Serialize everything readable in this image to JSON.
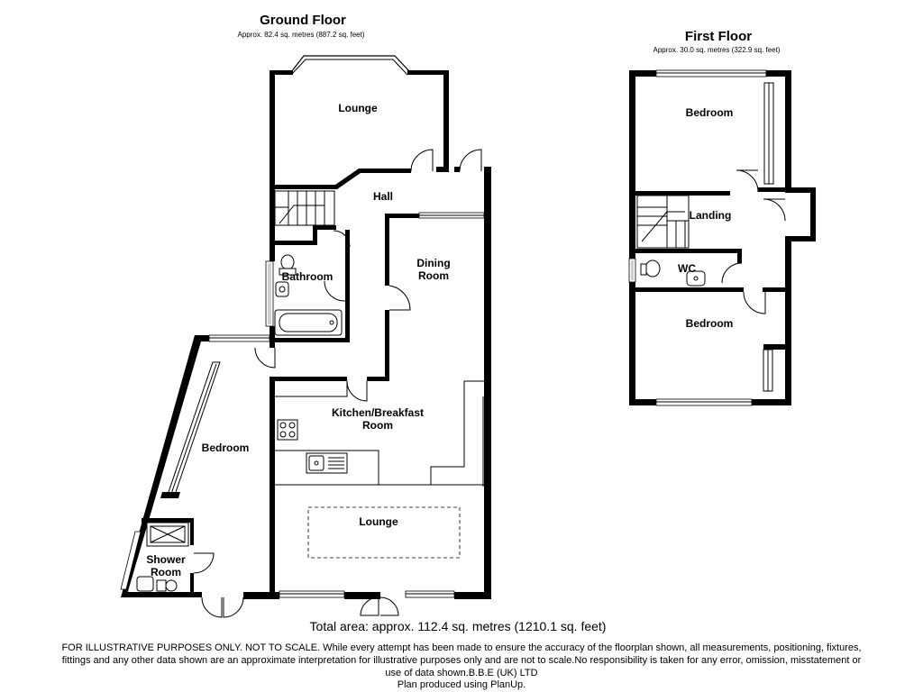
{
  "ground_floor": {
    "title": "Ground Floor",
    "area": "Approx. 82.4 sq. metres (887.2 sq. feet)",
    "rooms": {
      "lounge_front": "Lounge",
      "hall": "Hall",
      "dining_line1": "Dining",
      "dining_line2": "Room",
      "bathroom": "Bathroom",
      "kitchen_line1": "Kitchen/Breakfast",
      "kitchen_line2": "Room",
      "bedroom": "Bedroom",
      "lounge_rear": "Lounge",
      "shower_line1": "Shower",
      "shower_line2": "Room"
    }
  },
  "first_floor": {
    "title": "First Floor",
    "area": "Approx. 30.0 sq. metres (322.9 sq. feet)",
    "rooms": {
      "bedroom_front": "Bedroom",
      "landing": "Landing",
      "wc": "WC",
      "bedroom_rear": "Bedroom"
    }
  },
  "total_area": "Total area: approx. 112.4 sq. metres (1210.1 sq. feet)",
  "disclaimer": {
    "line1": "FOR ILLUSTRATIVE PURPOSES ONLY. NOT TO SCALE. While every attempt has been made to ensure the accuracy of the floorplan shown, all measurements, positioning, fixtures,",
    "line2": "fittings and any other data shown are an approximate interpretation for illustrative purposes only and are not to scale.No responsibility is taken for any error, omission, misstatement or",
    "line3": "use of data shown.B.B.E (UK) LTD",
    "line4": "Plan produced using PlanUp."
  },
  "colors": {
    "wall": "#000000",
    "background": "#ffffff",
    "window_glass": "#cfcfcf"
  }
}
